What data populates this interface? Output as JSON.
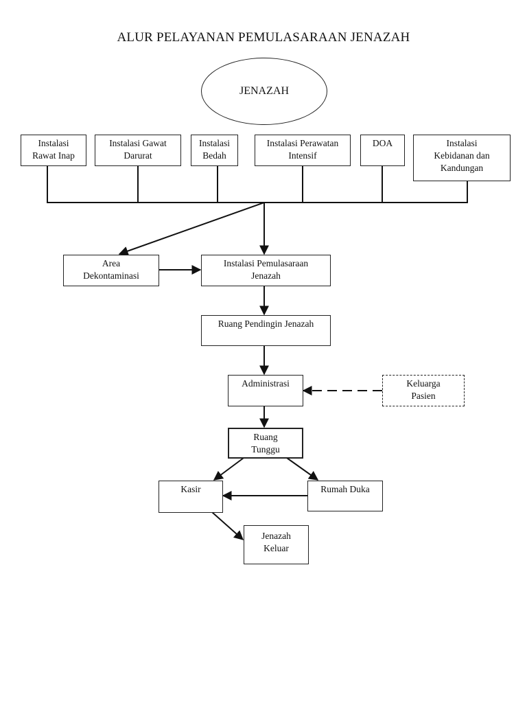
{
  "title": "ALUR PELAYANAN PEMULASARAAN JENAZAH",
  "start_node": {
    "label": "JENAZAH"
  },
  "sources": [
    {
      "id": "rawat-inap",
      "label": "Instalasi\nRawat Inap"
    },
    {
      "id": "gawat-darurat",
      "label": "Instalasi Gawat\nDarurat"
    },
    {
      "id": "bedah",
      "label": "Instalasi\nBedah"
    },
    {
      "id": "perawatan-intensif",
      "label": "Instalasi Perawatan\nIntensif"
    },
    {
      "id": "doa",
      "label": "DOA"
    },
    {
      "id": "kebidanan",
      "label": "Instalasi\nKebidanan dan\nKandungan"
    }
  ],
  "nodes": {
    "area_dekontaminasi": "Area\nDekontaminasi",
    "instalasi_pemulasaraan": "Instalasi Pemulasaraan\nJenazah",
    "ruang_pendingin": "Ruang Pendingin Jenazah",
    "administrasi": "Administrasi",
    "keluarga_pasien": "Keluarga\nPasien",
    "ruang_tunggu": "Ruang\nTunggu",
    "kasir": "Kasir",
    "rumah_duka": "Rumah Duka",
    "jenazah_keluar": "Jenazah\nKeluar"
  },
  "edges": [
    {
      "from": "sources",
      "to": "area_dekontaminasi",
      "style": "solid"
    },
    {
      "from": "sources",
      "to": "instalasi_pemulasaraan",
      "style": "solid"
    },
    {
      "from": "area_dekontaminasi",
      "to": "instalasi_pemulasaraan",
      "style": "solid"
    },
    {
      "from": "instalasi_pemulasaraan",
      "to": "ruang_pendingin",
      "style": "solid"
    },
    {
      "from": "ruang_pendingin",
      "to": "administrasi",
      "style": "solid"
    },
    {
      "from": "keluarga_pasien",
      "to": "administrasi",
      "style": "dashed"
    },
    {
      "from": "administrasi",
      "to": "ruang_tunggu",
      "style": "solid"
    },
    {
      "from": "ruang_tunggu",
      "to": "kasir",
      "style": "solid"
    },
    {
      "from": "ruang_tunggu",
      "to": "rumah_duka",
      "style": "solid"
    },
    {
      "from": "rumah_duka",
      "to": "kasir",
      "style": "solid"
    },
    {
      "from": "kasir",
      "to": "jenazah_keluar",
      "style": "solid"
    }
  ]
}
